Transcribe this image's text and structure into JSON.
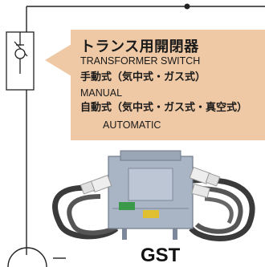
{
  "callout": {
    "title": "トランス用開閉器",
    "line_en_1": "TRANSFORMER SWITCH",
    "line_jp_2": "手動式（気中式・ガス式）",
    "line_en_3": "MANUAL",
    "line_jp_4": "自動式（気中式・ガス式・真空式）",
    "line_en_5": "AUTOMATIC"
  },
  "device": {
    "badge_text": "GST",
    "model_label": "GST"
  },
  "colors": {
    "callout_bg": "#efc9a5",
    "line": "#222222",
    "device_body": "#a9b4c4"
  }
}
